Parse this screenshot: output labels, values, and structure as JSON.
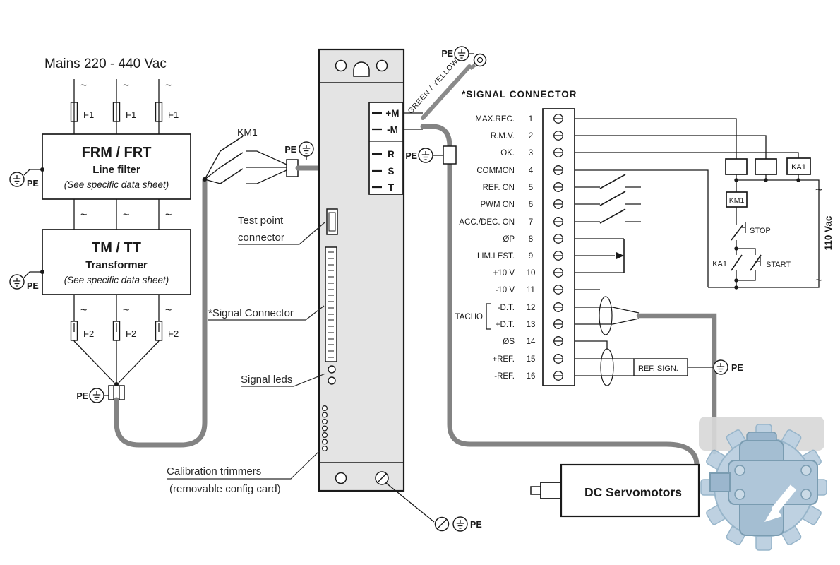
{
  "mains": {
    "title": "Mains 220 - 440 Vac",
    "tilde": "~"
  },
  "fuses": {
    "f1": "F1",
    "f2": "F2"
  },
  "line_filter": {
    "title": "FRM / FRT",
    "subtitle": "Line filter",
    "note": "(See specific data sheet)"
  },
  "transformer": {
    "title": "TM / TT",
    "subtitle": "Transformer",
    "note": "(See specific data sheet)"
  },
  "pe": "PE",
  "km1": "KM1",
  "ka1": "KA1",
  "drive": {
    "terminals": [
      "+M",
      "-M",
      "R",
      "S",
      "T"
    ],
    "test_point_1": "Test point",
    "test_point_2": "connector",
    "signal_connector": "*Signal Connector",
    "signal_leds": "Signal leds",
    "calibration_1": "Calibration trimmers",
    "calibration_2": "(removable config card)"
  },
  "cable": {
    "green_yellow": "GREEN / YELLOW"
  },
  "connector": {
    "header": "*SIGNAL  CONNECTOR",
    "tacho": "TACHO",
    "pins": [
      {
        "n": "1",
        "label": "MAX.REC."
      },
      {
        "n": "2",
        "label": "R.M.V."
      },
      {
        "n": "3",
        "label": "OK."
      },
      {
        "n": "4",
        "label": "COMMON"
      },
      {
        "n": "5",
        "label": "REF. ON"
      },
      {
        "n": "6",
        "label": "PWM ON"
      },
      {
        "n": "7",
        "label": "ACC./DEC. ON"
      },
      {
        "n": "8",
        "label": "ØP"
      },
      {
        "n": "9",
        "label": "LIM.I EST."
      },
      {
        "n": "10",
        "label": "+10 V"
      },
      {
        "n": "11",
        "label": "-10 V"
      },
      {
        "n": "12",
        "label": "-D.T."
      },
      {
        "n": "13",
        "label": "+D.T."
      },
      {
        "n": "14",
        "label": "ØS"
      },
      {
        "n": "15",
        "label": "+REF."
      },
      {
        "n": "16",
        "label": "-REF."
      }
    ]
  },
  "control": {
    "stop": "STOP",
    "start": "START",
    "voltage": "110 Vac",
    "ref_sign": "REF. SIGN."
  },
  "motor": {
    "label": "DC Servomotors"
  },
  "colors": {
    "cable_gray": "#838383",
    "line": "#1a1a1a",
    "drive_fill": "#e4e4e4",
    "watermark_blue": "#a9c2d6"
  }
}
